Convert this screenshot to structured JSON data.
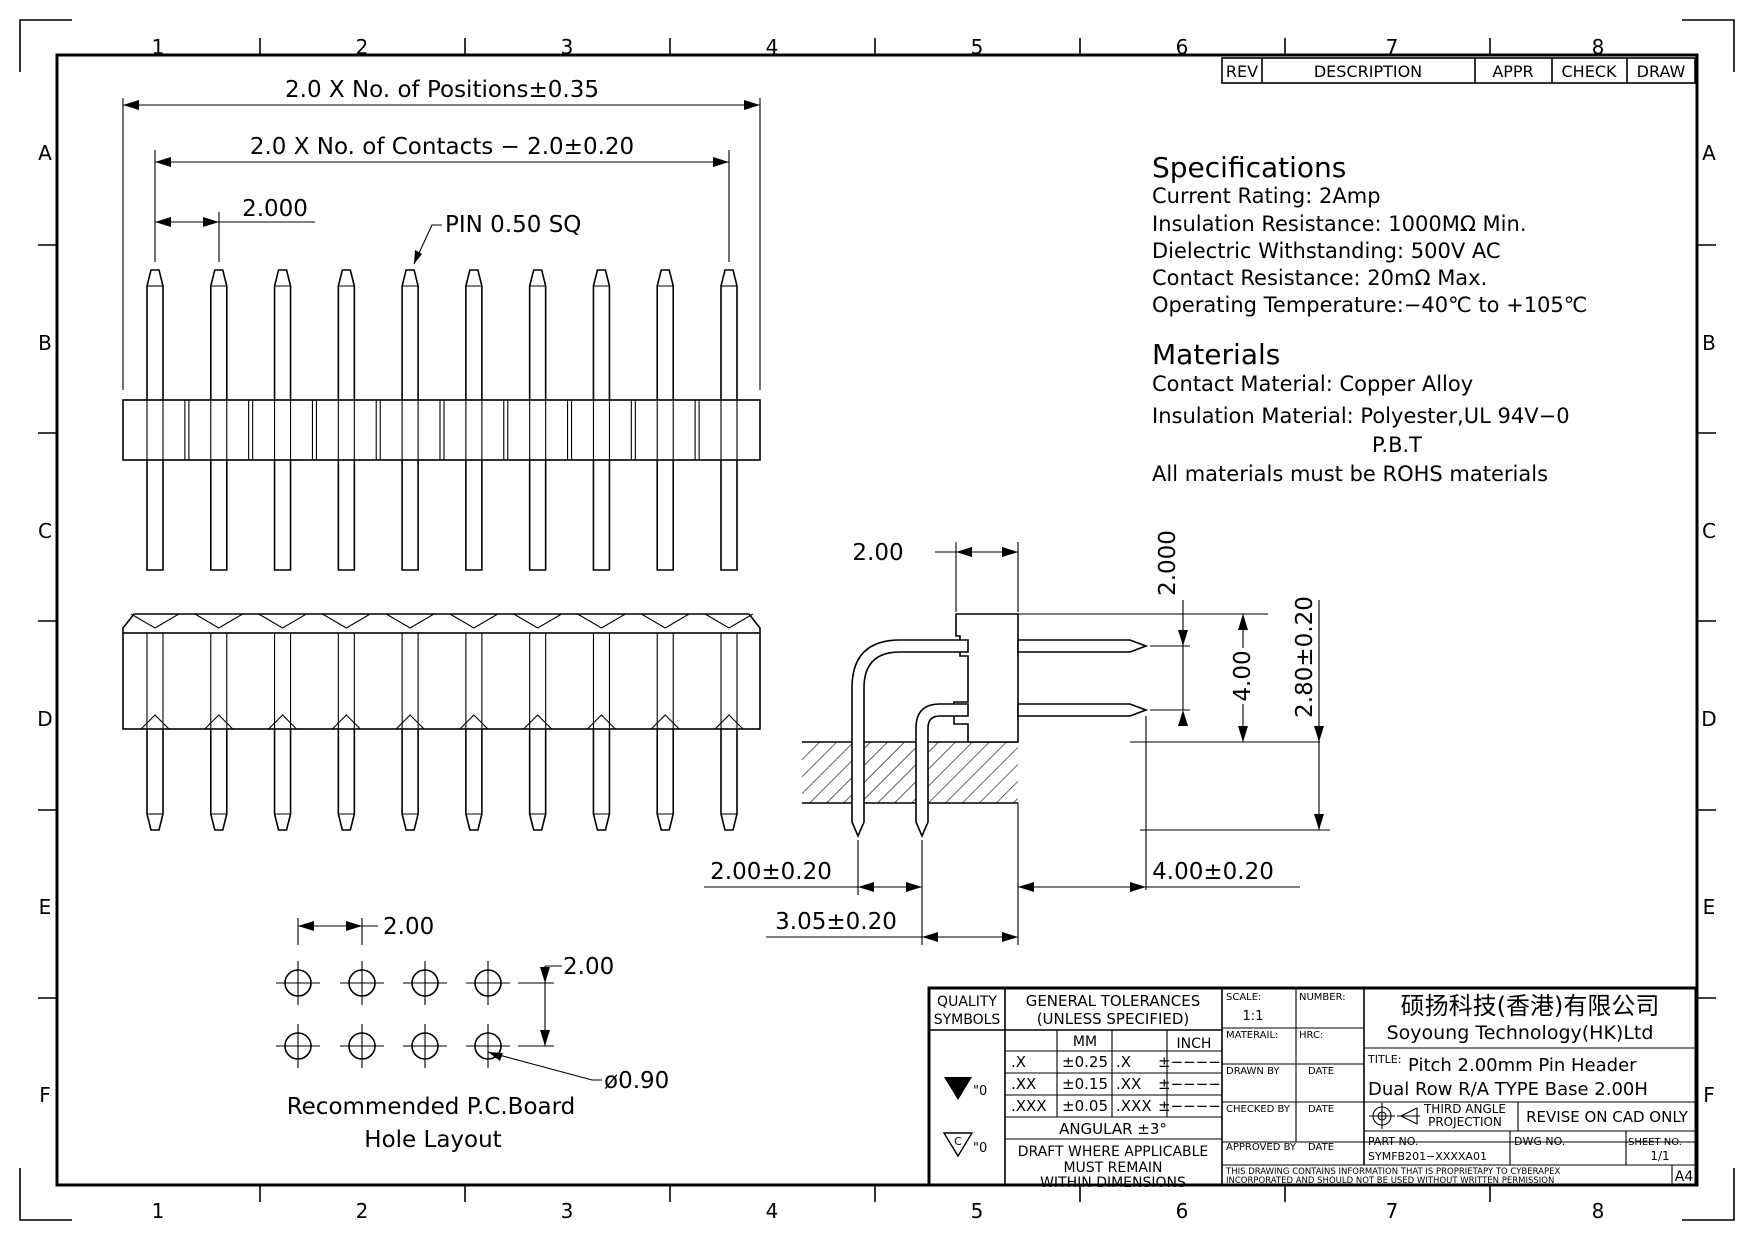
{
  "frame": {
    "col_numbers": [
      "1",
      "2",
      "3",
      "4",
      "5",
      "6",
      "7",
      "8"
    ],
    "row_letters": [
      "A",
      "B",
      "C",
      "D",
      "E",
      "F"
    ]
  },
  "revision_table": {
    "headers": [
      "REV",
      "DESCRIPTION",
      "APPR",
      "CHECK",
      "DRAW"
    ]
  },
  "specifications": {
    "heading": "Specifications",
    "lines": [
      "Current Rating:   2Amp",
      "Insulation Resistance: 1000MΩ Min.",
      "Dielectric Withstanding:   500V AC",
      "Contact Resistance:   20mΩ Max.",
      "Operating Temperature:−40℃ to +105℃"
    ]
  },
  "materials": {
    "heading": "Materials",
    "lines": [
      "Contact Material: Copper Alloy",
      "Insulation Material: Polyester,UL 94V−0",
      "P.B.T",
      "All materials must be ROHS materials"
    ]
  },
  "front_view": {
    "dim_positions": "2.0 X No. of Positions±0.35",
    "dim_contacts": "2.0 X No. of Contacts − 2.0±0.20",
    "dim_pitch": "2.000",
    "pin_callout": "PIN 0.50 SQ",
    "pin_count": 10
  },
  "side_view": {
    "dim_top": "2.00",
    "dim_2000": "2.000",
    "dim_400": "4.00",
    "dim_280": "2.80±0.20",
    "dim_200_020": "2.00±0.20",
    "dim_400_020": "4.00±0.20",
    "dim_305_020": "3.05±0.20"
  },
  "hole_layout": {
    "dim_h": "2.00",
    "dim_v": "2.00",
    "hole_dia": "ø0.90",
    "caption_line1": "Recommended P.C.Board",
    "caption_line2": "Hole Layout",
    "rows": 2,
    "cols": 4
  },
  "title_block": {
    "quality_symbols": [
      "QUALITY",
      "SYMBOLS"
    ],
    "general_tolerances": [
      "GENERAL TOLERANCES",
      "(UNLESS SPECIFIED)"
    ],
    "mm_header": "MM",
    "inch_header": "INCH",
    "tolerance_rows": [
      {
        "dec": ".X",
        "mm": "±0.25",
        "inch_dec": ".X",
        "inch_val": "±−−−−"
      },
      {
        "dec": ".XX",
        "mm": "±0.15",
        "inch_dec": ".XX",
        "inch_val": "±−−−−"
      },
      {
        "dec": ".XXX",
        "mm": "±0.05",
        "inch_dec": ".XXX",
        "inch_val": "±−−−−"
      }
    ],
    "angular": "ANGULAR ±3°",
    "draft_note": [
      "DRAFT WHERE APPLICABLE",
      "MUST REMAIN",
      "WITHIN DIMENSIONS"
    ],
    "symbol_sub": "\"0",
    "symbol_c": "C",
    "scale_label": "SCALE:",
    "scale_value": "1:1",
    "number_label": "NUMBER:",
    "material_label": "MATERAIL:",
    "hrc_label": "HRC:",
    "drawn_by": "DRAWN BY",
    "checked_by": "CHECKED BY",
    "approved_by": "APPROVED BY",
    "date_label": "DATE",
    "company_cn": "硕扬科技(香港)有限公司",
    "company_en": "Soyoung Technology(HK)Ltd",
    "title_label": "TITLE:",
    "title_line1": "Pitch 2.00mm Pin Header",
    "title_line2": "Dual Row R/A TYPE Base 2.00H",
    "projection": [
      "THIRD ANGLE",
      "PROJECTION"
    ],
    "revise_note": "REVISE ON CAD ONLY",
    "part_no_label": "PART NO.",
    "part_no": "SYMFB201−XXXXA01",
    "dwg_no_label": "DWG NO.",
    "sheet_no_label": "SHEET NO.",
    "sheet_no": "1/1",
    "disclaimer": [
      "THIS DRAWING CONTAINS INFORMATION THAT IS PROPRIETAPY TO CYBERAPEX",
      "INCORPORATED AND SHOULD NOT BE USED WITHOUT WRITTEN PERMISSION"
    ],
    "paper_size": "A4"
  }
}
